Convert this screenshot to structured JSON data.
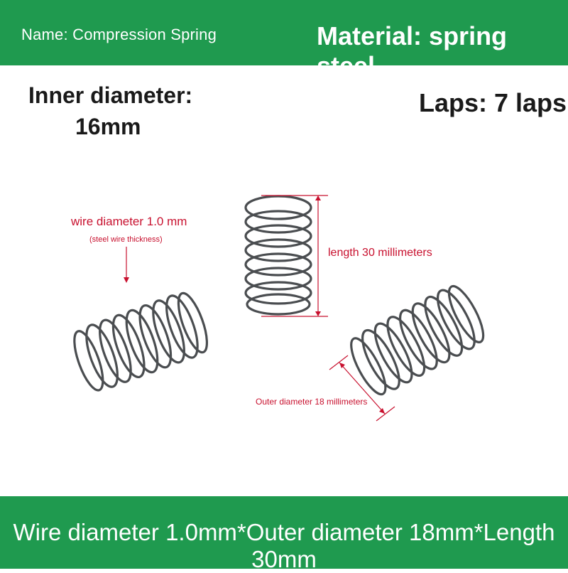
{
  "header": {
    "name": "Name: Compression Spring",
    "material": "Material: spring steel"
  },
  "specs": {
    "inner_diameter_line1": "Inner diameter:",
    "inner_diameter_line2": "16mm",
    "laps": "Laps: 7 laps"
  },
  "annotations": {
    "wire_diameter": "wire diameter 1.0 mm",
    "wire_note": "(steel wire thickness)",
    "length": "length 30 millimeters",
    "outer_diameter": "Outer diameter 18 millimeters"
  },
  "footer": {
    "summary": "Wire diameter 1.0mm*Outer diameter 18mm*Length 30mm"
  },
  "colors": {
    "brand_green": "#1f9a4f",
    "annotation_red": "#c8102e",
    "spring_steel": "#4a4d50"
  }
}
